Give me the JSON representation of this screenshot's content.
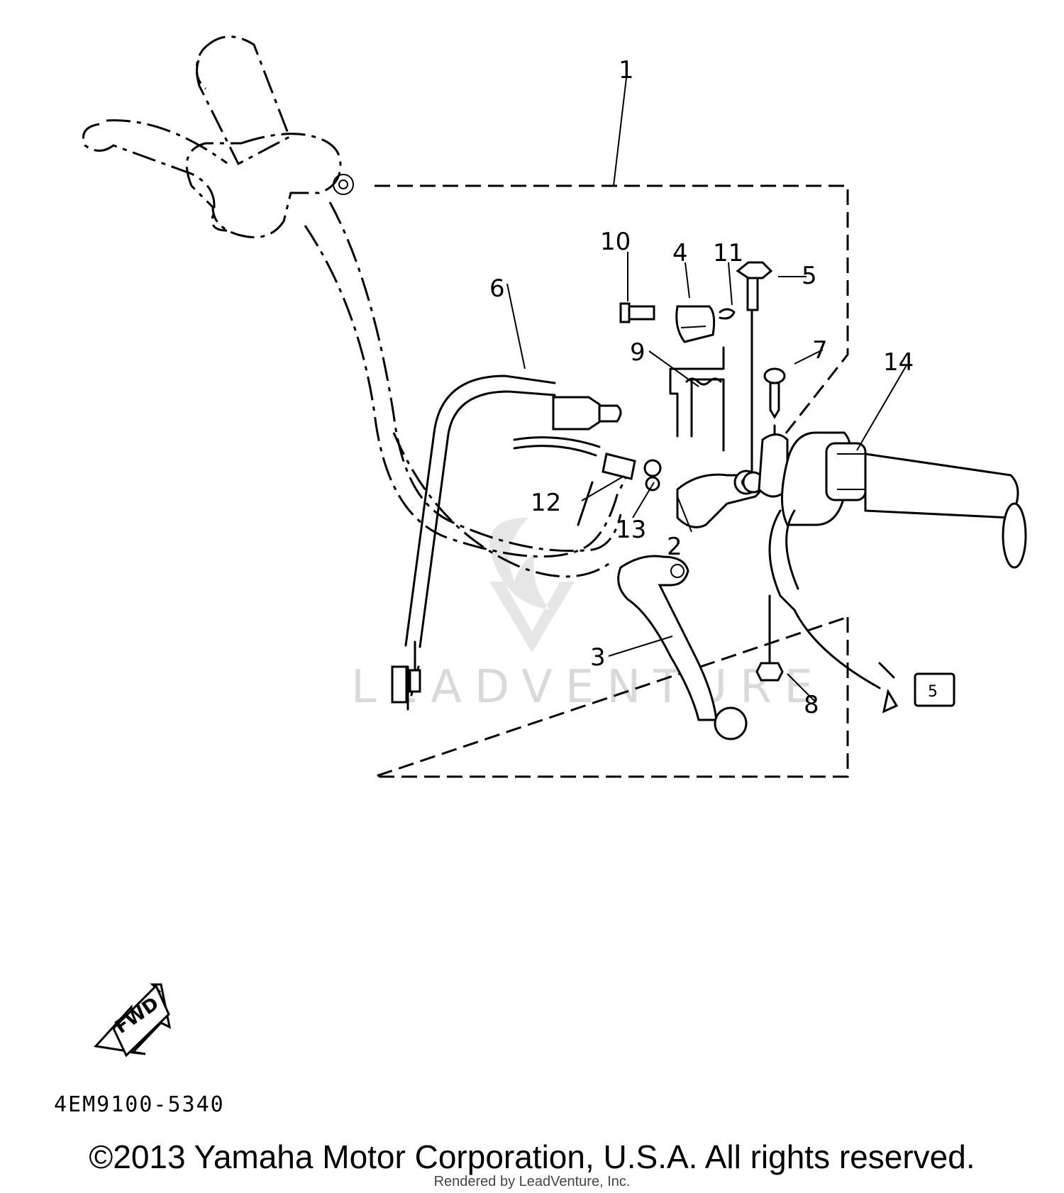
{
  "diagram": {
    "callouts": [
      {
        "id": "1",
        "label": "1"
      },
      {
        "id": "2",
        "label": "2"
      },
      {
        "id": "3",
        "label": "3"
      },
      {
        "id": "4",
        "label": "4"
      },
      {
        "id": "5",
        "label": "5"
      },
      {
        "id": "6",
        "label": "6"
      },
      {
        "id": "7",
        "label": "7"
      },
      {
        "id": "8",
        "label": "8"
      },
      {
        "id": "9",
        "label": "9"
      },
      {
        "id": "10",
        "label": "10"
      },
      {
        "id": "11",
        "label": "11"
      },
      {
        "id": "12",
        "label": "12"
      },
      {
        "id": "13",
        "label": "13"
      },
      {
        "id": "14",
        "label": "14"
      }
    ],
    "direction_label": "FWD",
    "watermark": "LEADVENTURE",
    "connector_label": "5"
  },
  "footer": {
    "diagram_code": "4EM9100-5340",
    "copyright": "©2013 Yamaha Motor Corporation, U.S.A. All rights reserved.",
    "rendered_by": "Rendered by LeadVenture, Inc."
  }
}
